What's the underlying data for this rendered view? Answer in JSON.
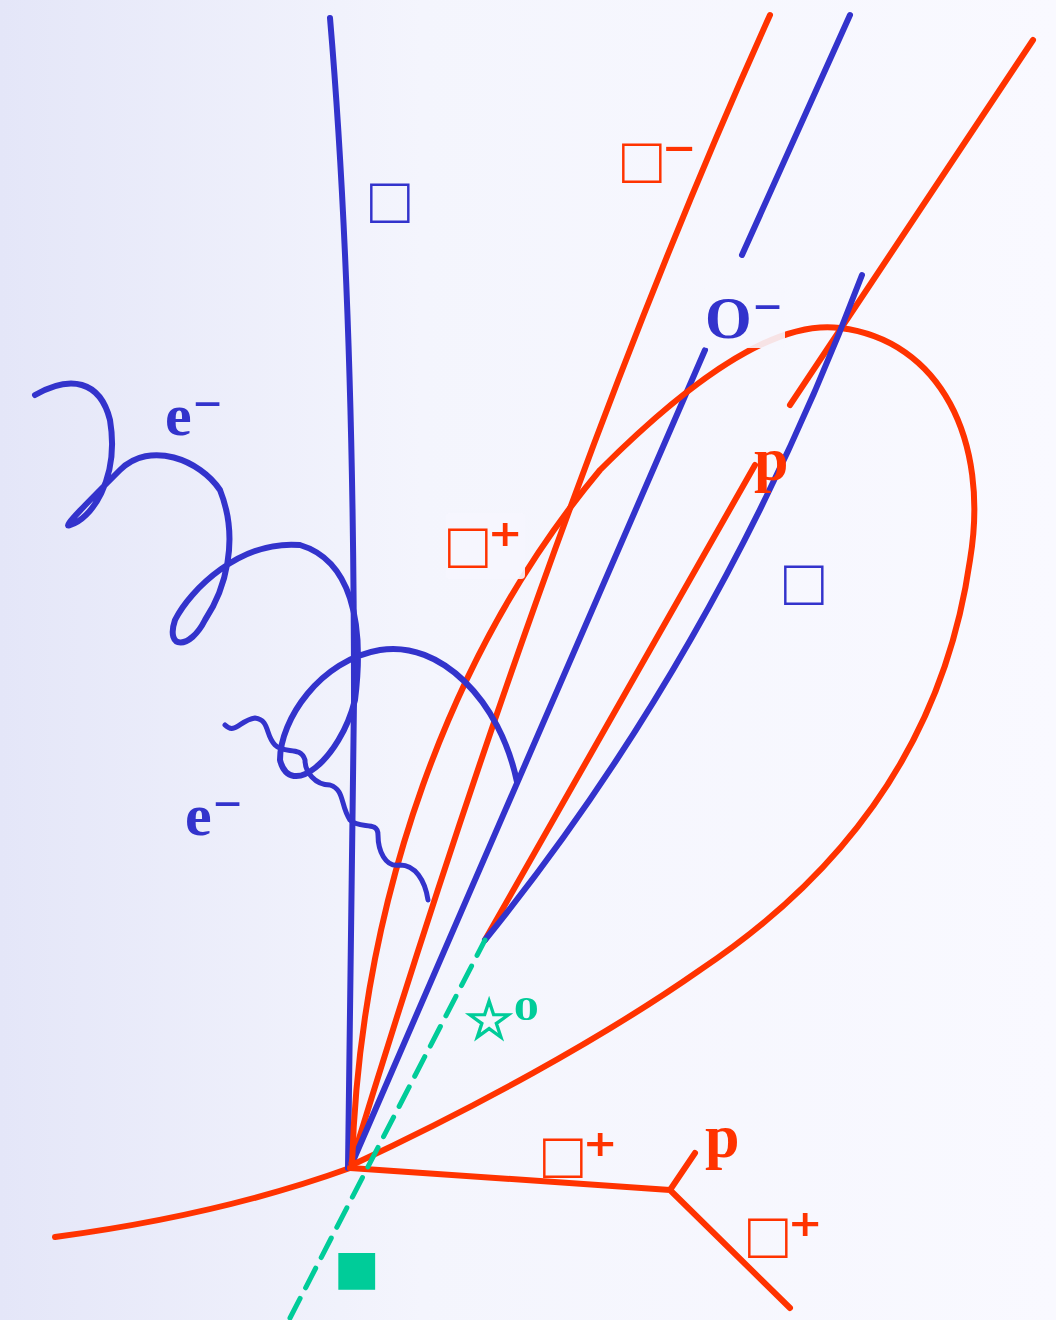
{
  "diagram": {
    "labels": [
      "□",
      "□⁻",
      "O⁻",
      "e⁻",
      "p",
      "□⁺",
      "□",
      "e⁻",
      "☆⁰",
      "□⁺",
      "p",
      "□⁺",
      "■"
    ]
  }
}
